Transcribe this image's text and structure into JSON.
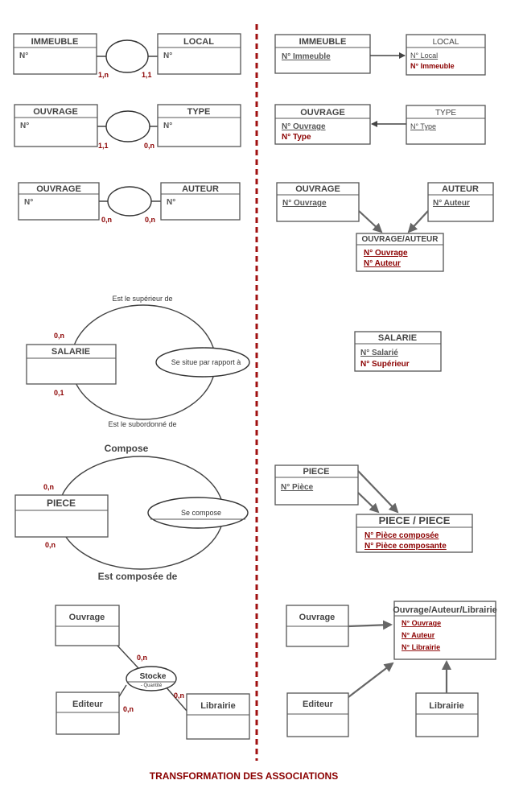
{
  "rows": [
    {
      "left": {
        "e1": "IMMEUBLE",
        "e1_attr": "N°",
        "e2": "LOCAL",
        "e2_attr": "N°",
        "card1": "1,n",
        "card2": "1,1"
      },
      "right": {
        "a_title": "IMMEUBLE",
        "a_key": "N° Immeuble",
        "b_title": "LOCAL",
        "b_key": "N° Local",
        "b_fk": "N° Immeuble"
      }
    },
    {
      "left": {
        "e1": "OUVRAGE",
        "e1_attr": "N°",
        "e2": "TYPE",
        "e2_attr": "N°",
        "card1": "1,1",
        "card2": "0,n"
      },
      "right": {
        "a_title": "OUVRAGE",
        "a_key": "N° Ouvrage",
        "a_fk": "N° Type",
        "b_title": "TYPE",
        "b_key": "N° Type"
      }
    },
    {
      "left": {
        "e1": "OUVRAGE",
        "e1_attr": "N°",
        "e2": "AUTEUR",
        "e2_attr": "N°",
        "card1": "0,n",
        "card2": "0,n"
      },
      "right": {
        "a_title": "OUVRAGE",
        "a_key": "N° Ouvrage",
        "b_title": "AUTEUR",
        "b_key": "N° Auteur",
        "c_title": "OUVRAGE/AUTEUR",
        "c_k1": "N° Ouvrage",
        "c_k2": "N° Auteur"
      }
    }
  ],
  "salarie": {
    "entity": "SALARIE",
    "assoc": "Se situe par rapport à",
    "role_top": "Est le supérieur de",
    "role_bottom": "Est le subordonné de",
    "card_top": "0,n",
    "card_bottom": "0,1",
    "right_title": "SALARIE",
    "right_key": "N° Salarié",
    "right_fk": "N° Supérieur"
  },
  "piece": {
    "entity": "PIECE",
    "assoc": "Se compose",
    "role_top": "Compose",
    "role_bottom": "Est composée de",
    "card_top": "0,n",
    "card_bottom": "0,n",
    "right_title": "PIECE",
    "right_key": "N° Pièce",
    "join_title": "PIECE / PIECE",
    "join_k1": "N° Pièce composée",
    "join_k2": "N° Pièce composante"
  },
  "stock": {
    "e_ouvrage": "Ouvrage",
    "e_editeur": "Editeur",
    "e_librairie": "Librairie",
    "assoc": "Stocke",
    "assoc_attr": "- Quantité",
    "card_ouvrage": "0,n",
    "card_editeur": "0,n",
    "card_librairie": "0,n",
    "r_ouvrage": "Ouvrage",
    "r_editeur": "Editeur",
    "r_librairie": "Librairie",
    "join_title": "Ouvrage/Auteur/Librairie",
    "join_k1": "N° Ouvrage",
    "join_k2": "N° Auteur",
    "join_k3": "N° Librairie"
  },
  "footer": "TRANSFORMATION DES ASSOCIATIONS",
  "colors": {
    "accent": "#8b0000",
    "divider": "#a01010",
    "box": "#555555"
  }
}
